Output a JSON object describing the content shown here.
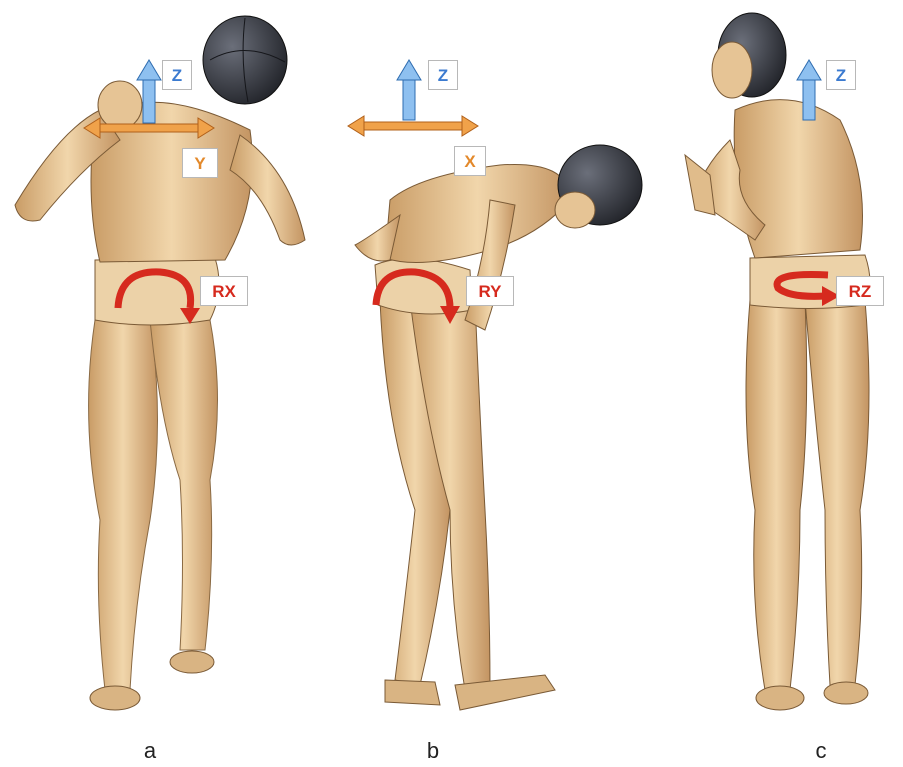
{
  "colors": {
    "skin": "#e8c99b",
    "skin_shadow": "#c9a06c",
    "head": "#3c3f48",
    "axis_z": "#4a8fd8",
    "axis_horizontal": "#e58a2a",
    "rotation": "#d62a1e"
  },
  "panels": [
    {
      "caption": "a",
      "view": "back view",
      "linear_axes": [
        "Z",
        "Y"
      ],
      "rotation": "RX"
    },
    {
      "caption": "b",
      "view": "side view",
      "linear_axes": [
        "Z",
        "X"
      ],
      "rotation": "RY"
    },
    {
      "caption": "c",
      "view": "rear three-quarter view",
      "linear_axes": [
        "Z"
      ],
      "rotation": "RZ"
    }
  ]
}
